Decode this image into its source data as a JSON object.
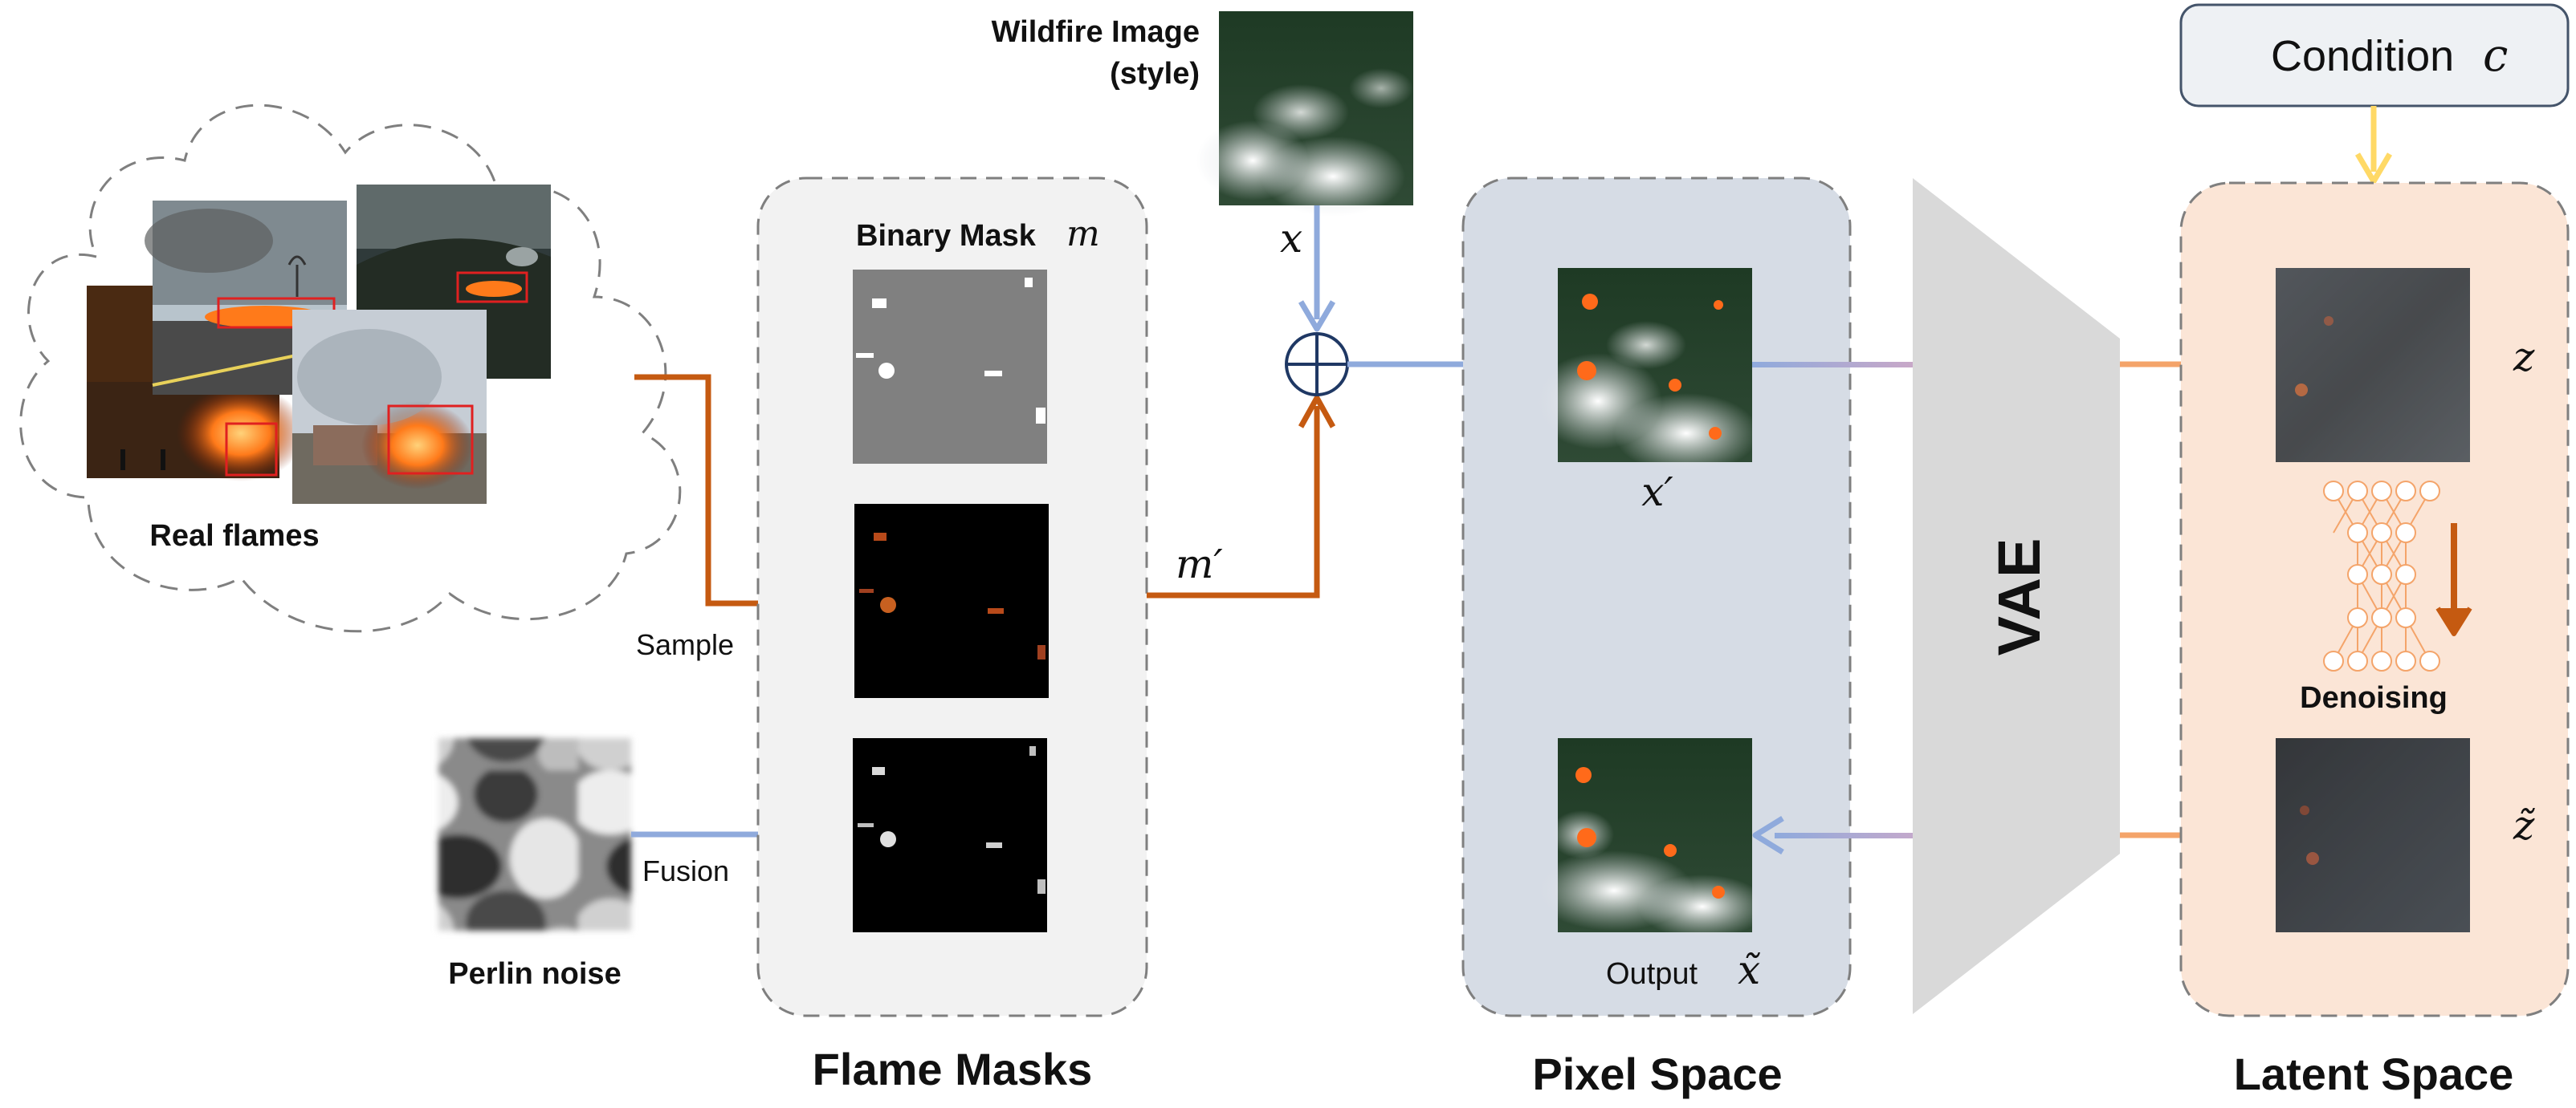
{
  "real_flames": {
    "label": "Real flames"
  },
  "perlin": {
    "label": "Perlin noise"
  },
  "flame_masks": {
    "title": "Flame Masks",
    "binary_mask_label": "Binary Mask",
    "binary_mask_symbol": "m"
  },
  "wildfire": {
    "label_line1": "Wildfire Image",
    "label_line2": "(style)",
    "symbol": "x"
  },
  "mask_symbol_prime": "m′",
  "edges": {
    "sample": "Sample",
    "fusion": "Fusion"
  },
  "pixel_space": {
    "title": "Pixel Space",
    "x_prime": "x′",
    "output_label": "Output",
    "output_symbol": "x̃"
  },
  "vae": {
    "label": "VAE"
  },
  "latent_space": {
    "title": "Latent Space",
    "z": "z",
    "z_tilde": "z̃",
    "denoising": "Denoising"
  },
  "condition": {
    "label": "Condition",
    "symbol": "c"
  },
  "colors": {
    "orange_arrow": "#c55a11",
    "blue_arrow": "#8faadc",
    "light_orange_arrow": "#f4a46a",
    "yellow_arrow": "#ffd966",
    "mask_panel": "#f2f2f2",
    "pixel_panel": "#d6dce5",
    "latent_panel": "#fbe5d6",
    "vae_gray": "#d9d9d9"
  }
}
